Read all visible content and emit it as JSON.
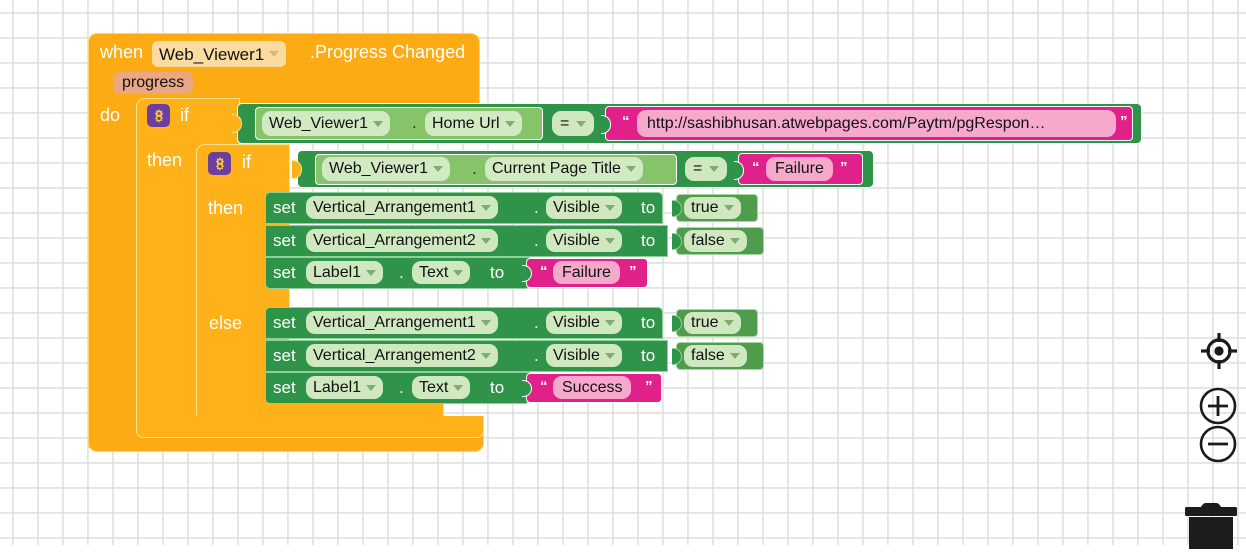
{
  "app": {
    "name": "MIT App Inventor Blocks Editor",
    "canvas_background": "#ffffff",
    "grid_dot_color": "#d8d8d8"
  },
  "colors": {
    "event_block": "#fcab15",
    "control_block": "#feb119",
    "setter_block": "#2f9349",
    "logic_block": "#4f9c4d",
    "text_block": "#e0218a",
    "text_chip": "#f7a8cd",
    "field_chip": "#cfe8c0",
    "mutator_button": "#6b3fa0"
  },
  "blocks": {
    "event": {
      "when_label": "when",
      "component": "Web_Viewer1",
      "event_name": ".Progress Changed",
      "parameter": "progress",
      "do_label": "do"
    },
    "outer_if": {
      "if_label": "if",
      "then_label": "then",
      "gear_icon": "gear-icon",
      "condition": {
        "left_component": "Web_Viewer1",
        "left_property": "Home Url",
        "operator": "=",
        "right_text": "http://sashibhusan.atwebpages.com/Paytm/pgRespon…",
        "dot": "."
      }
    },
    "inner_if": {
      "if_label": "if",
      "then_label": "then",
      "else_label": "else",
      "gear_icon": "gear-icon",
      "condition": {
        "left_component": "Web_Viewer1",
        "left_property": "Current Page Title",
        "operator": "=",
        "right_text": "Failure",
        "dot": "."
      },
      "then_statements": [
        {
          "set_label": "set",
          "component": "Vertical_Arrangement1",
          "property": "Visible",
          "to_label": "to",
          "value": "true",
          "value_kind": "logic",
          "dot": "."
        },
        {
          "set_label": "set",
          "component": "Vertical_Arrangement2",
          "property": "Visible",
          "to_label": "to",
          "value": "false",
          "value_kind": "logic",
          "dot": "."
        },
        {
          "set_label": "set",
          "component": "Label1",
          "property": "Text",
          "to_label": "to",
          "value": "Failure",
          "value_kind": "text",
          "dot": "."
        }
      ],
      "else_statements": [
        {
          "set_label": "set",
          "component": "Vertical_Arrangement1",
          "property": "Visible",
          "to_label": "to",
          "value": "true",
          "value_kind": "logic",
          "dot": "."
        },
        {
          "set_label": "set",
          "component": "Vertical_Arrangement2",
          "property": "Visible",
          "to_label": "to",
          "value": "false",
          "value_kind": "logic",
          "dot": "."
        },
        {
          "set_label": "set",
          "component": "Label1",
          "property": "Text",
          "to_label": "to",
          "value": "Success",
          "value_kind": "text",
          "dot": "."
        }
      ]
    }
  },
  "workspace_controls": {
    "center_icon": "center-target-icon",
    "zoom_in_icon": "zoom-in-icon",
    "zoom_out_icon": "zoom-out-icon",
    "trash_icon": "trash-can-icon"
  },
  "open_quote": "“",
  "close_quote": "”"
}
